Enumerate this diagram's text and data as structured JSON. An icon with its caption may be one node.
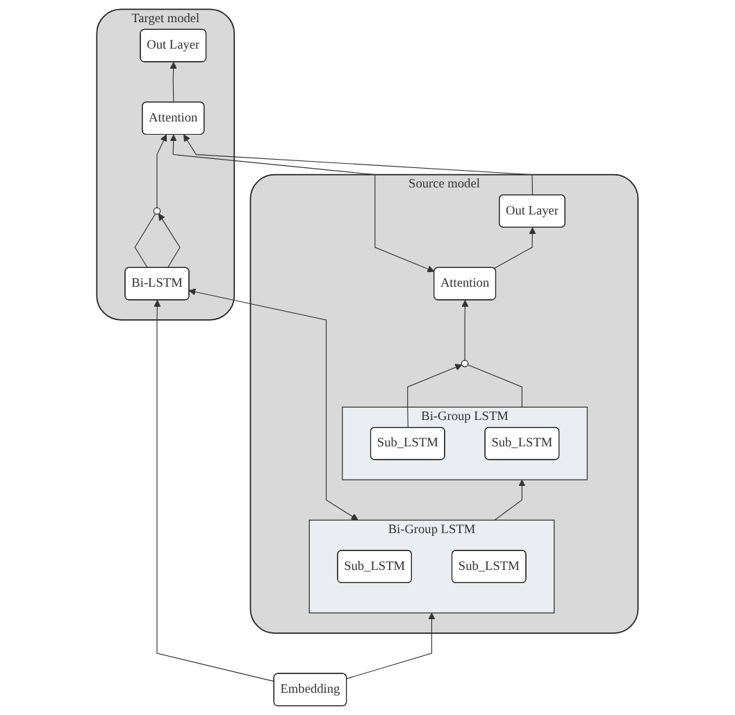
{
  "diagram": {
    "nodes": [
      {
        "text": [
          "Source model"
        ]
      },
      {
        "text": [
          "Out Layer"
        ],
        "in": 0
      },
      {
        "text": [
          "Attention"
        ],
        "in": 0
      },
      {
        "text": [],
        "shape": "circle",
        "in": 0
      },
      {
        "text": [
          "Bi-Group LSTM"
        ],
        "in": 0
      },
      {
        "text": [
          "Sub_LSTM"
        ],
        "in": 4
      },
      {
        "text": [
          "Sub_LSTM"
        ],
        "in": 4
      },
      {
        "text": [
          "Bi-Group LSTM"
        ],
        "in": 0
      },
      {
        "text": [
          "Sub_LSTM"
        ],
        "in": 7
      },
      {
        "text": [
          "Sub_LSTM"
        ],
        "in": 7
      },
      {
        "text": [
          "Target model"
        ]
      },
      {
        "text": [
          "Out Layer"
        ],
        "in": 10
      },
      {
        "text": [
          "Attention"
        ],
        "in": 10
      },
      {
        "text": [],
        "shape": "circle",
        "in": 10
      },
      {
        "text": [
          "Bi-LSTM"
        ],
        "in": 10
      },
      {
        "text": [
          "Embedding"
        ]
      }
    ],
    "edges": [
      {
        "from": 2,
        "to": 1,
        "arrow": "to"
      },
      {
        "from": 3,
        "to": 2,
        "arrow": "to"
      },
      {
        "from": 4,
        "to": 3,
        "arrow": "none"
      },
      {
        "from": 6,
        "to": 3,
        "arrow": "to"
      },
      {
        "from": 7,
        "to": 4,
        "arrow": "to"
      },
      {
        "from": 15,
        "to": 7,
        "arrow": "to"
      },
      {
        "from": 15,
        "to": 14,
        "arrow": "to"
      },
      {
        "from": 12,
        "to": 11,
        "arrow": "to"
      },
      {
        "from": 13,
        "to": 12,
        "arrow": "to"
      },
      {
        "from": 14,
        "to": 13,
        "arrow": "none"
      },
      {
        "from": 14,
        "to": 13,
        "arrow": "to"
      },
      {
        "from": 2,
        "to": 12,
        "arrow": "both"
      },
      {
        "from": 1,
        "to": 12,
        "arrow": "to"
      },
      {
        "from": 7,
        "to": 14,
        "arrow": "both"
      }
    ]
  }
}
